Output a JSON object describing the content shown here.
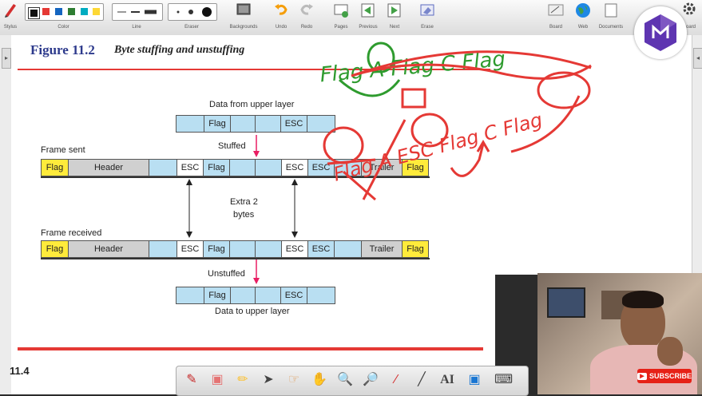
{
  "toolbar": {
    "groups": [
      {
        "label": "Stylus"
      },
      {
        "label": "Color"
      },
      {
        "label": "Line"
      },
      {
        "label": "Eraser"
      },
      {
        "label": "Backgrounds"
      },
      {
        "label": "Undo"
      },
      {
        "label": "Redo"
      },
      {
        "label": "Pages"
      },
      {
        "label": "Previous"
      },
      {
        "label": "Next"
      },
      {
        "label": "Erase"
      },
      {
        "label": "Board"
      },
      {
        "label": "Web"
      },
      {
        "label": "Documents"
      },
      {
        "label": "Board"
      }
    ],
    "colors": [
      "#111111",
      "#e53935",
      "#1565c0",
      "#2e7d32",
      "#00acc1",
      "#fdd835"
    ]
  },
  "figure": {
    "title": "Figure 11.2",
    "subtitle": "Byte stuffing and unstuffing",
    "slide_number": "11.4"
  },
  "diagram": {
    "top_label": "Data from upper layer",
    "top_row": [
      "",
      "Flag",
      "",
      "",
      "ESC",
      ""
    ],
    "stuffed_label": "Stuffed",
    "frame_sent_label": "Frame sent",
    "sent_row": [
      "Flag",
      "Header",
      "",
      "ESC",
      "Flag",
      "",
      "",
      "ESC",
      "ESC",
      "",
      "Trailer",
      "Flag"
    ],
    "extra_label_1": "Extra 2",
    "extra_label_2": "bytes",
    "frame_received_label": "Frame received",
    "received_row": [
      "Flag",
      "Header",
      "",
      "ESC",
      "Flag",
      "",
      "",
      "ESC",
      "ESC",
      "",
      "Trailer",
      "Flag"
    ],
    "unstuffed_label": "Unstuffed",
    "bottom_row": [
      "",
      "Flag",
      "",
      "",
      "ESC",
      ""
    ],
    "bottom_label": "Data to upper layer"
  },
  "annotations": {
    "green_text": "Flag A Flag C Flag",
    "red_text": "Flag A ESC Flag C Flag"
  },
  "overlay": {
    "subscribe_label": "SUBSCRIBE"
  }
}
